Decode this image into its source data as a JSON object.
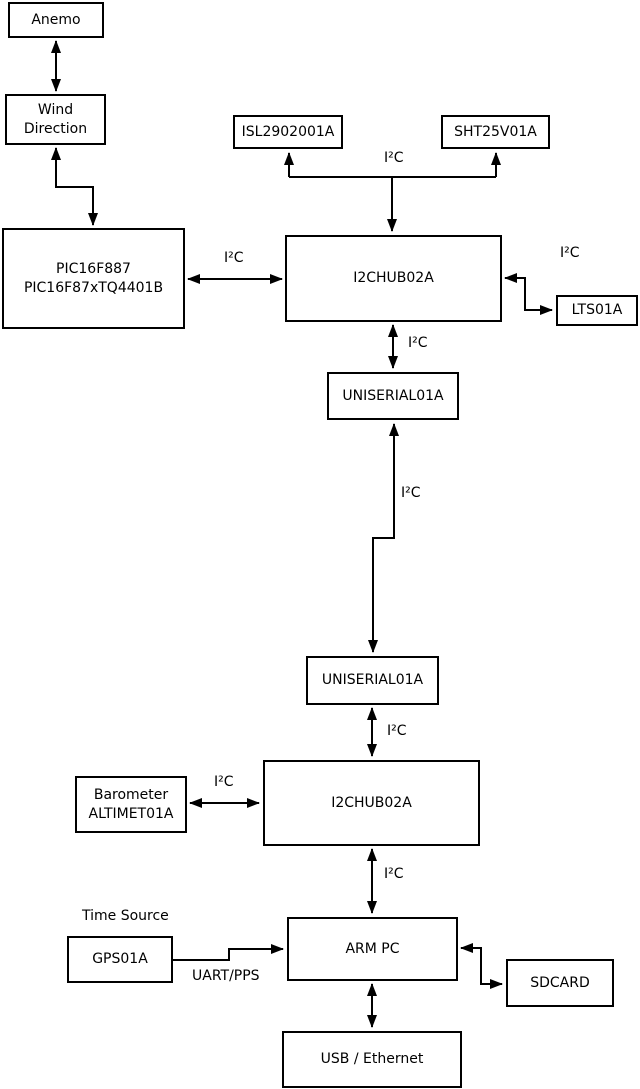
{
  "diagram_type": "hardware-block-diagram",
  "colors": {
    "background": "#ffffff",
    "line": "#000000",
    "box_border": "#000000",
    "text": "#000000"
  },
  "nodes": {
    "anemo": {
      "label": "Anemo"
    },
    "wind_direction": {
      "label": "Wind\nDirection"
    },
    "pic": {
      "label": "PIC16F887\nPIC16F87xTQ4401B"
    },
    "isl": {
      "label": "ISL2902001A"
    },
    "sht": {
      "label": "SHT25V01A"
    },
    "hub1": {
      "label": "I2CHUB02A"
    },
    "lts": {
      "label": "LTS01A"
    },
    "uniserial1": {
      "label": "UNISERIAL01A"
    },
    "uniserial2": {
      "label": "UNISERIAL01A"
    },
    "hub2": {
      "label": "I2CHUB02A"
    },
    "barometer": {
      "label": "Barometer\nALTIMET01A"
    },
    "gps": {
      "label": "GPS01A"
    },
    "arm_pc": {
      "label": "ARM PC"
    },
    "sdcard": {
      "label": "SDCARD"
    },
    "usb_ethernet": {
      "label": "USB / Ethernet"
    }
  },
  "edge_labels": {
    "i2c_sensors_bus": "I²C",
    "i2c_pic_hub1": "I²C",
    "i2c_hub1_lts": "I²C",
    "i2c_hub1_uniserial1": "I²C",
    "i2c_uniserial_link": "I²C",
    "i2c_uniserial2_hub2": "I²C",
    "i2c_barometer_hub2": "I²C",
    "i2c_hub2_armpc": "I²C",
    "time_source": "Time Source",
    "uart_pps": "UART/PPS"
  }
}
